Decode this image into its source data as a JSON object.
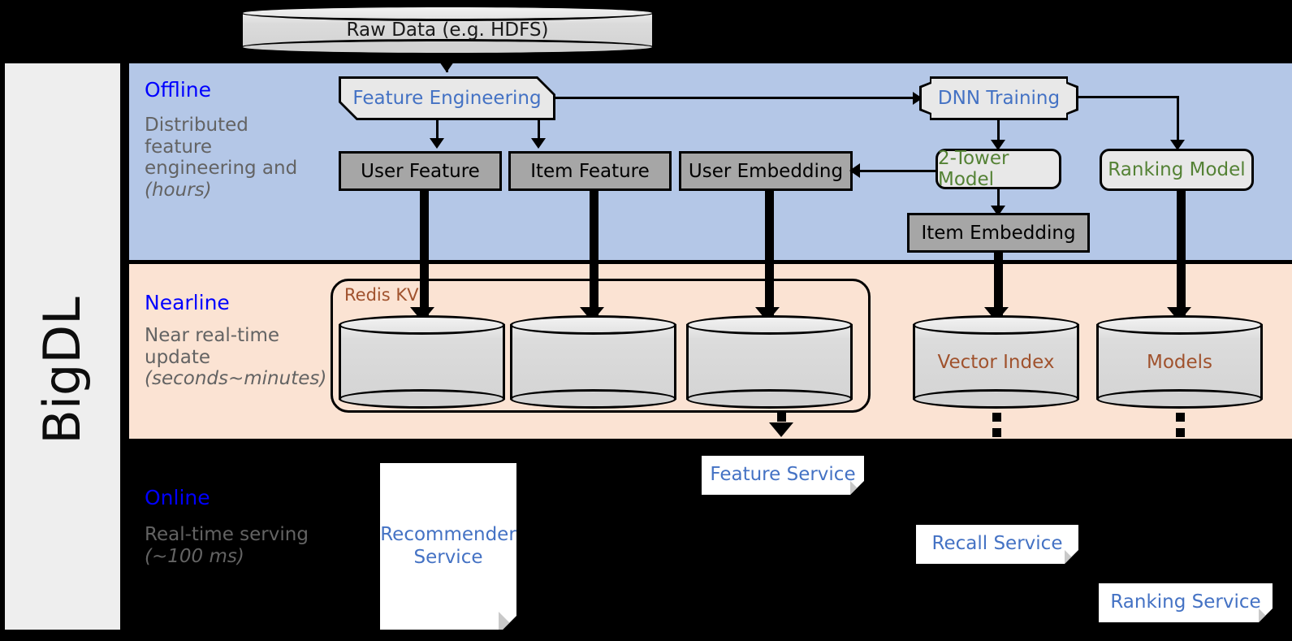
{
  "diagram": {
    "framework_label": "BigDL",
    "stages": [
      {
        "id": "offline",
        "title": "Offline",
        "desc": "Distributed feature engineering and ",
        "desc_em": "(hours)"
      },
      {
        "id": "nearline",
        "title": "Nearline",
        "desc": "Near real-time update ",
        "desc_em": "(seconds~minutes)"
      },
      {
        "id": "online",
        "title": "Online",
        "desc": "Real-time serving ",
        "desc_em": "(~100 ms)"
      }
    ],
    "source": {
      "label": "Raw Data (e.g. HDFS)"
    },
    "offline_nodes": {
      "feature_engineering": "Feature Engineering",
      "dnn_training": "DNN Training",
      "user_feature": "User Feature",
      "item_feature": "Item Feature",
      "user_embedding": "User Embedding",
      "two_tower_model": "2-Tower Model",
      "ranking_model": "Ranking Model",
      "item_embedding": "Item Embedding"
    },
    "nearline_nodes": {
      "redis_kv": "Redis KV",
      "store_user_feature": "",
      "store_item_feature": "",
      "store_user_embedding": "",
      "vector_index": "Vector Index",
      "models": "Models"
    },
    "online_nodes": {
      "recommender_service": "Recommender Service",
      "feature_service": "Feature Service",
      "recall_service": "Recall Service",
      "ranking_service": "Ranking Service"
    },
    "colors": {
      "offline_band": "#b4c7e7",
      "nearline_band": "#fbe3d3",
      "sidebar": "#eeeeee",
      "stage_title": "#0000ff",
      "stage_desc": "#636363",
      "process_blue": "#4472c4",
      "model_green": "#548235",
      "store_gray": "#a6a6a6",
      "cylinder_label_brown": "#a0522d",
      "card_text": "#4472c4"
    }
  }
}
